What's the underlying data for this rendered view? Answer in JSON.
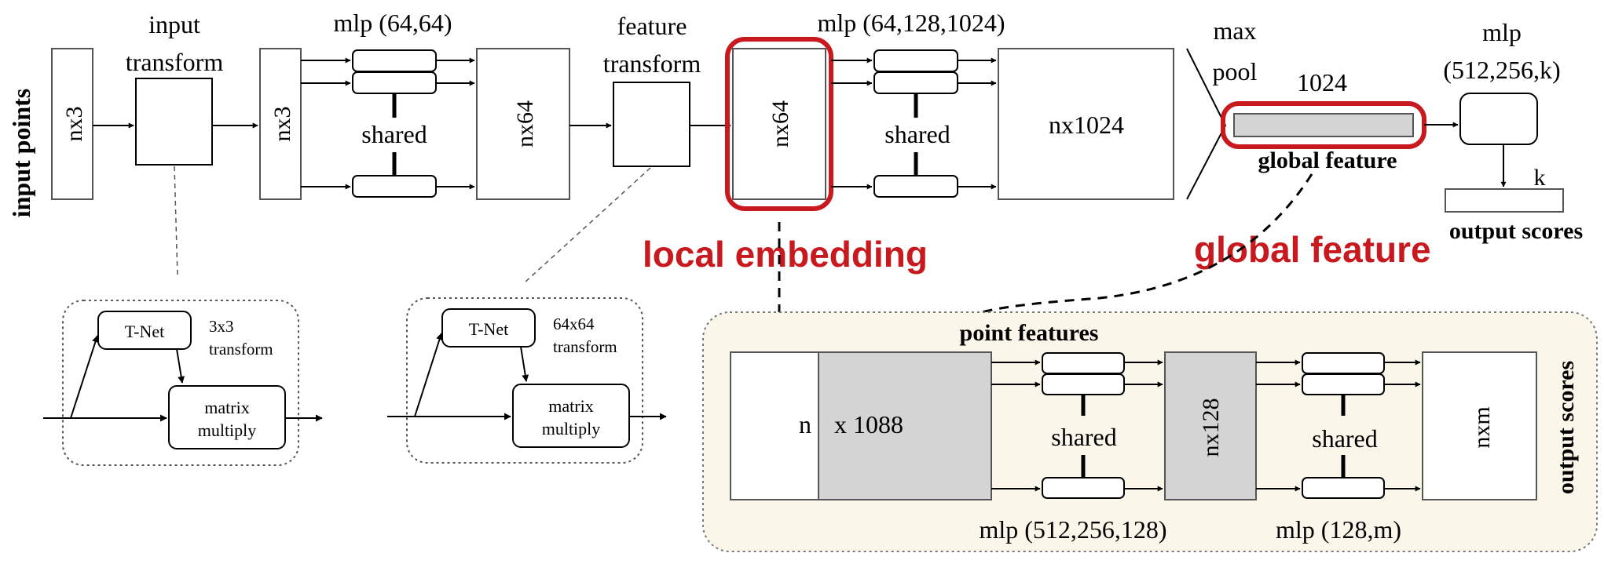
{
  "top": {
    "input_points": "input points",
    "nx3_a": "nx3",
    "input_transform_l1": "input",
    "input_transform_l2": "transform",
    "nx3_b": "nx3",
    "mlp1": "mlp (64,64)",
    "shared1": "shared",
    "nx64_a": "nx64",
    "feature_transform_l1": "feature",
    "feature_transform_l2": "transform",
    "nx64_b": "nx64",
    "mlp2": "mlp (64,128,1024)",
    "shared2": "shared",
    "nx1024": "nx1024",
    "maxpool_l1": "max",
    "maxpool_l2": "pool",
    "dim1024": "1024",
    "global_feature_caption": "global feature",
    "mlp3_l1": "mlp",
    "mlp3_l2": "(512,256,k)",
    "k": "k",
    "output_scores": "output scores"
  },
  "annotations": {
    "local_embedding": "local embedding",
    "global_feature": "global feature",
    "highlight_color": "#c8191e"
  },
  "tnet1": {
    "label": "T-Net",
    "transform_l1": "3x3",
    "transform_l2": "transform",
    "mm_l1": "matrix",
    "mm_l2": "multiply"
  },
  "tnet2": {
    "label": "T-Net",
    "transform_l1": "64x64",
    "transform_l2": "transform",
    "mm_l1": "matrix",
    "mm_l2": "multiply"
  },
  "seg": {
    "point_features": "point features",
    "n": "n",
    "x1088": "x 1088",
    "shared1": "shared",
    "nx128": "nx128",
    "shared2": "shared",
    "nxm": "nxm",
    "mlp_a": "mlp (512,256,128)",
    "mlp_b": "mlp (128,m)",
    "output_scores": "output scores",
    "panel_color": "#fbf6ea"
  }
}
